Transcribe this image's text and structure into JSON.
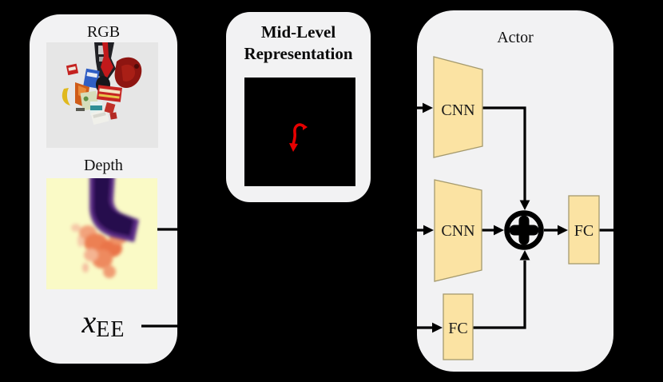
{
  "inputs": {
    "rgb_label": "RGB",
    "depth_label": "Depth",
    "ee_symbol": "x",
    "ee_subscript": "EE",
    "rgb_image": "cluttered-tabletop-rgb-observation-with-gripper",
    "depth_image": "depth-observation-heatmap",
    "icons": [
      "rgb-observation-image",
      "depth-observation-image"
    ]
  },
  "midlevel": {
    "title_line1": "Mid-Level",
    "title_line2": "Representation",
    "image": "black-mask-with-red-affordance-mark",
    "icons": [
      "midlevel-representation-image",
      "red-affordance-mark-icon"
    ]
  },
  "actor": {
    "title": "Actor",
    "cnn1_label": "CNN",
    "cnn2_label": "CNN",
    "fc_state_label": "FC",
    "fc_out_label": "FC",
    "sum_icon": "circled-plus"
  },
  "colors": {
    "background": "#000000",
    "panel_bg": "#f2f2f3",
    "block_fill": "#fbe3a3",
    "block_border": "#a59a6d",
    "line": "#000000",
    "mark_red": "#e60000",
    "rgb_bg": "#e6e6e6",
    "depth_bg": "#fafac6"
  }
}
